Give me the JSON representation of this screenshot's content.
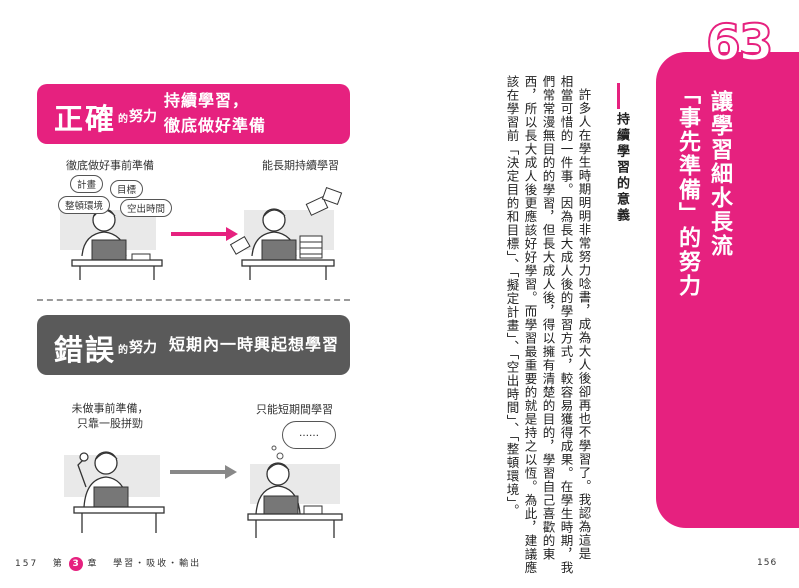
{
  "left_page": {
    "correct": {
      "big": "正確",
      "small_de": "的",
      "small_effort": "努力",
      "tag_line1": "持續學習，",
      "tag_line2": "徹底做好準備"
    },
    "wrong": {
      "big": "錯誤",
      "small_de": "的",
      "small_effort": "努力",
      "tag": "短期內一時興起想學習"
    },
    "captions": {
      "prepare": "徹底做好事前準備",
      "long_term": "能長期持續學習",
      "no_prepare_line1": "未做事前準備，",
      "no_prepare_line2": "只靠一股拼勁",
      "short_term": "只能短期間學習"
    },
    "bubbles": {
      "plan": "計畫",
      "goal": "目標",
      "environment": "整頓環境",
      "time": "空出時間"
    },
    "thought": "……",
    "colors": {
      "accent": "#e6217f",
      "dark": "#5a5a5a"
    }
  },
  "right_page": {
    "number": "63",
    "title_col1": "讓學習細水長流",
    "title_col2": "「事先準備」的努力",
    "subheading": "持續學習的意義",
    "body": [
      "許多人在學生時期明明非常努力唸書，成為大人後卻再也不學習了。我認為這是",
      "相當可惜的一件事。因為長大成人後的學習方式，較容易獲得成果。在學生時期，我",
      "們常常漫無目的的學習，但長大成人後，得以擁有清楚的目的，學習自己喜歡的東",
      "西，所以長大成人後更應該好好學習。而學習最重要的就是持之以恆。為此，建議應",
      "該在學習前「決定目的和目標」、「擬定計畫」、「空出時間」、「整頓環境」。"
    ]
  },
  "footer": {
    "left_page_number": "157",
    "chapter_prefix": "第",
    "chapter_number": "3",
    "chapter_suffix": "章",
    "chapter_title": "學習・吸收・輸出",
    "right_page_number": "156"
  }
}
